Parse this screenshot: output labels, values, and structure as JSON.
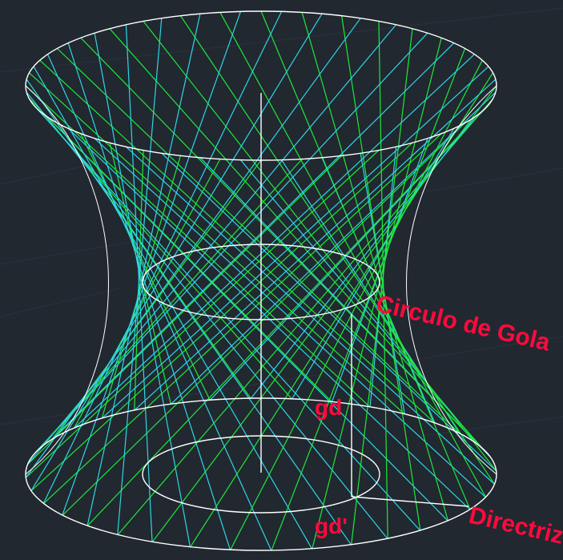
{
  "labels": {
    "throat_circle": "Circulo de Gola",
    "directrix": "Directriz",
    "gd": "gd",
    "gd_prime": "gd'"
  },
  "colors": {
    "background": "#212830",
    "grid": "#2a323c",
    "green_rulings": "#1ee83a",
    "cyan_rulings": "#2fd6e6",
    "outline": "#ffffff",
    "label": "#ff0a3c"
  }
}
